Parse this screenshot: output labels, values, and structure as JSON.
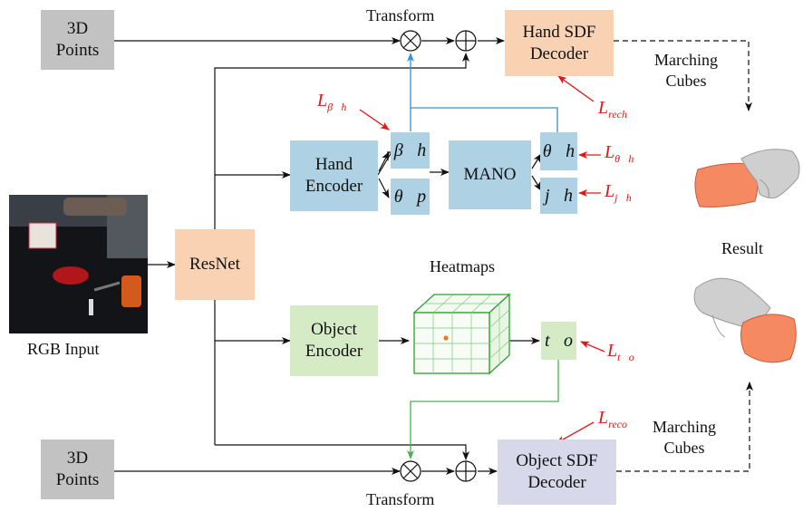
{
  "inputs": {
    "points_top": "3D\nPoints",
    "points_bottom": "3D\nPoints",
    "rgb_caption": "RGB Input"
  },
  "modules": {
    "resnet": "ResNet",
    "hand_encoder": "Hand\nEncoder",
    "object_encoder": "Object\nEncoder",
    "mano": "MANO",
    "hand_decoder": "Hand SDF\nDecoder",
    "object_decoder": "Object SDF\nDecoder"
  },
  "params": {
    "beta_h": "β⃗h",
    "theta_p": "θ⃗p",
    "theta_h": "θ⃗h",
    "j_h": "j⃗h",
    "t_o": "t⃗o"
  },
  "labels": {
    "transform_top": "Transform",
    "transform_bottom": "Transform",
    "heatmaps": "Heatmaps",
    "marching_top": "Marching\nCubes",
    "marching_bottom": "Marching\nCubes",
    "result": "Result"
  },
  "losses": {
    "beta": {
      "base": "L",
      "sub": "β⃗h"
    },
    "rec_h": {
      "base": "L",
      "sub": "rech"
    },
    "theta": {
      "base": "L",
      "sub": "θ⃗h"
    },
    "j": {
      "base": "L",
      "sub": "j⃗h"
    },
    "t": {
      "base": "L",
      "sub": "t⃗o"
    },
    "rec_o": {
      "base": "L",
      "sub": "reco"
    }
  },
  "operators": {
    "multiply": "⊗",
    "add": "⊕"
  },
  "colors": {
    "input_gray": "#c2c2c2",
    "resnet_orange": "#f9d2b3",
    "hand_blue": "#aed1e3",
    "object_green": "#d4ebc6",
    "object_decoder_lavender": "#d7d8ea",
    "loss_red": "#e01818",
    "hand_branch_line": "#3a8fd0",
    "object_branch_line": "#4caf50",
    "mesh_hand": "#cfcfcf",
    "mesh_object": "#f58a62"
  }
}
